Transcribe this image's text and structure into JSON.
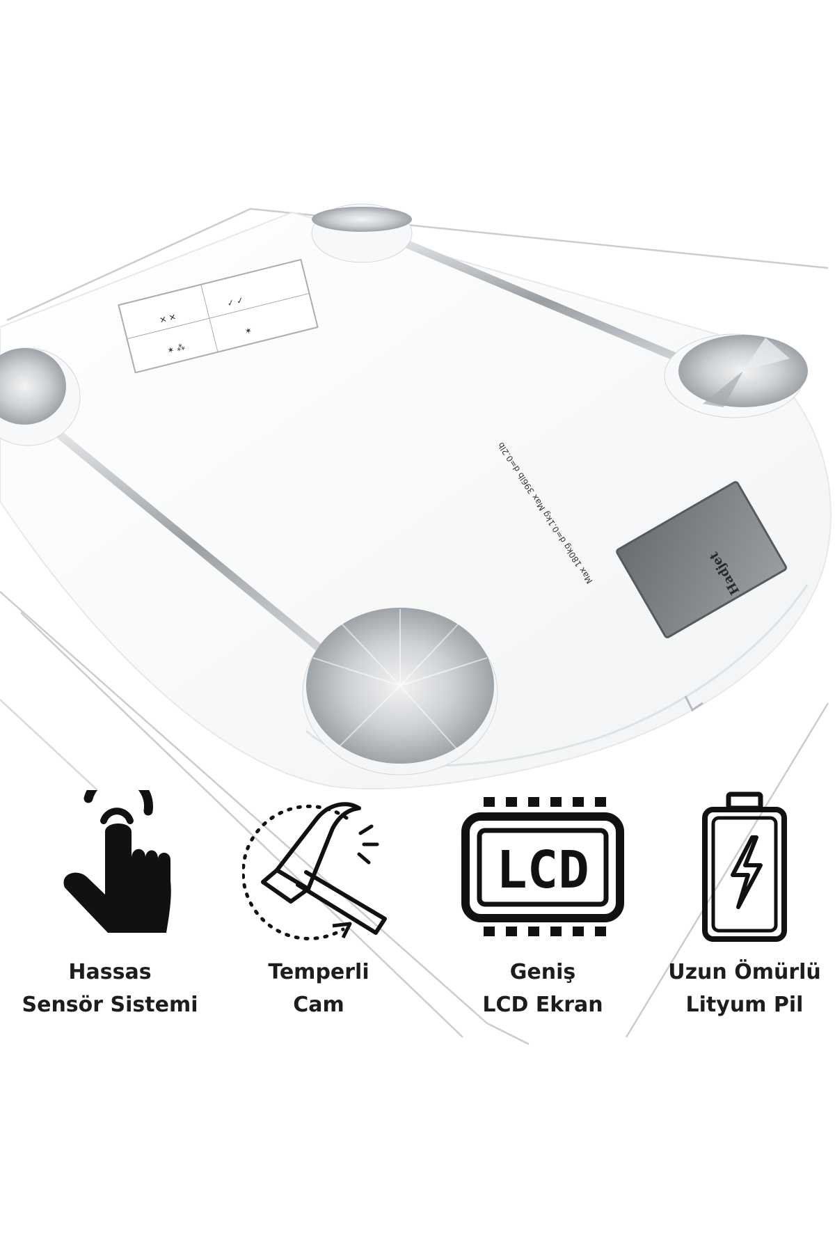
{
  "product": {
    "capacity_label": "Max 180kg d=0.1kg Max 396lb d=0.2lb",
    "brand_label": "Hadjet"
  },
  "features": [
    {
      "icon": "touch-hand-icon",
      "line1": "Hassas",
      "line2": "Sensör Sistemi"
    },
    {
      "icon": "hammer-impact-icon",
      "line1": "Temperli",
      "line2": "Cam"
    },
    {
      "icon": "lcd-chip-icon",
      "line1": "Geniş",
      "line2": "LCD Ekran",
      "icon_text": "LCD"
    },
    {
      "icon": "battery-bolt-icon",
      "line1": "Uzun Ömürlü",
      "line2": "Lityum Pil"
    }
  ],
  "colors": {
    "icon": "#111111",
    "text": "#1d1d1d",
    "glass_edge": "#c9cdd0",
    "metal": "#b8bcc0"
  }
}
